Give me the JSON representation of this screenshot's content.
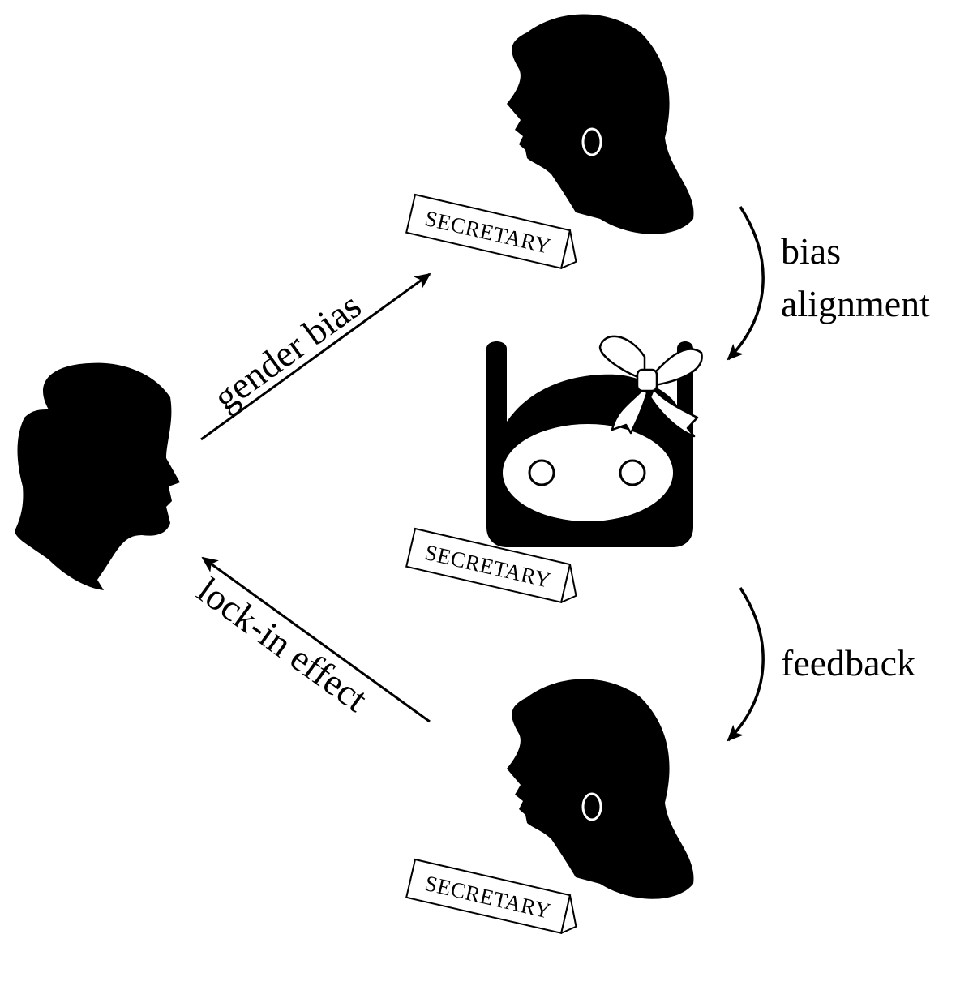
{
  "labels": {
    "gender_bias": "gender bias",
    "lock_in": "lock-in effect",
    "bias_line1": "bias",
    "bias_line2": "alignment",
    "feedback": "feedback"
  },
  "plates": {
    "top": "SECRETARY",
    "middle": "SECRETARY",
    "bottom": "SECRETARY"
  },
  "colors": {
    "silhouette": "#000000",
    "background": "#ffffff"
  },
  "icons": [
    "man-silhouette-icon",
    "woman-silhouette-icon",
    "robot-with-bow-icon",
    "name-plate-icon",
    "arrow-icon"
  ]
}
